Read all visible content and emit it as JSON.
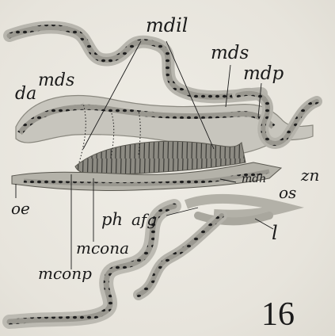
{
  "figure": {
    "number": "16",
    "labels": {
      "mdil": "mdil",
      "mds_top": "mds",
      "da": "da",
      "mds_left": "mds",
      "mdp": "mdp",
      "zn": "zn",
      "mdh": "mdh",
      "os": "os",
      "oe": "oe",
      "ph": "ph",
      "afg": "afg",
      "l": "l",
      "mcona": "mcona",
      "mconp": "mconp"
    }
  }
}
